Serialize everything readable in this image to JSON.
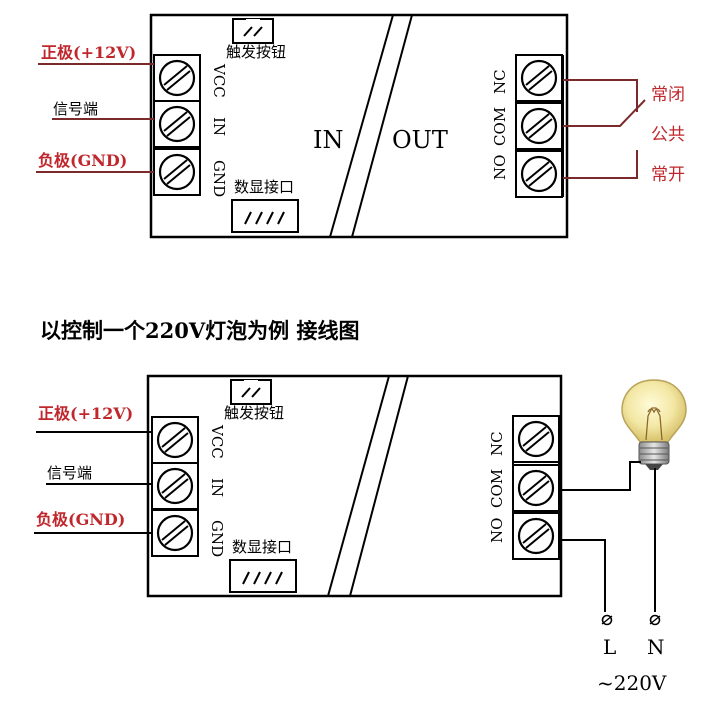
{
  "colors": {
    "label_red": "#c0272d",
    "wire": "#000000",
    "wire_red": "#7a2a2a"
  },
  "top": {
    "left_labels": {
      "positive": "正极(+12V)",
      "signal": "信号端",
      "negative": "负极(GND)"
    },
    "trigger_button": "触发按钮",
    "terminals_left": [
      "VCC",
      "IN",
      "GND"
    ],
    "display_port": "数显接口",
    "in_label": "IN",
    "out_label": "OUT",
    "terminals_right": [
      "NC",
      "COM",
      "NO"
    ],
    "right_labels": {
      "nc": "常闭",
      "com": "公共",
      "no": "常开"
    }
  },
  "caption": "以控制一个220V灯泡为例 接线图",
  "bottom": {
    "left_labels": {
      "positive": "正极(+12V)",
      "signal": "信号端",
      "negative": "负极(GND)"
    },
    "trigger_button": "触发按钮",
    "terminals_left": [
      "VCC",
      "IN",
      "GND"
    ],
    "display_port": "数显接口",
    "terminals_right": [
      "NC",
      "COM",
      "NO"
    ],
    "mains": {
      "l": "L",
      "n": "N",
      "voltage": "~220V"
    }
  },
  "icons": [
    "screw-terminal-icon",
    "push-button-icon",
    "connector-icon",
    "lightbulb-icon",
    "relay-switch-icon"
  ]
}
